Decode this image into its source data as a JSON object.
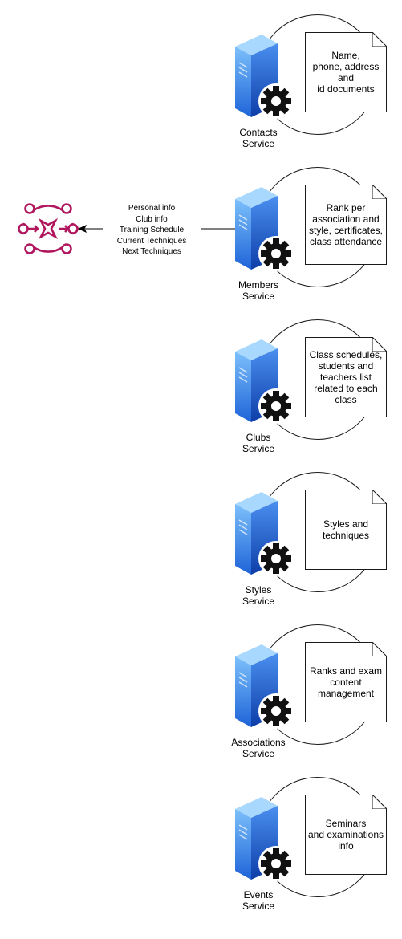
{
  "services": [
    {
      "name": "Contacts\nService",
      "description": "Name,\nphone, address\nand\nid documents"
    },
    {
      "name": "Members\nService",
      "description": "Rank per\nassociation and\nstyle, certificates,\nclass attendance"
    },
    {
      "name": "Clubs\nService",
      "description": "Class schedules,\nstudents and\nteachers list\nrelated to each\nclass"
    },
    {
      "name": "Styles\nService",
      "description": "Styles and\ntechniques"
    },
    {
      "name": "Associations\nService",
      "description": "Ranks and exam\ncontent\nmanagement"
    },
    {
      "name": "Events\nService",
      "description": "Seminars\nand examinations\ninfo"
    }
  ],
  "connector": {
    "label": "Personal info\nClub info\nTraining Schedule\nCurrent Techniques\nNext Techniques"
  },
  "icons": {
    "server": "server-gear-icon",
    "document": "document-icon",
    "gateway": "api-gateway-icon"
  },
  "colors": {
    "gateway": "#b0175e",
    "server_light": "#6fb3f5",
    "server_dark": "#1a5bd6",
    "gear": "#111111"
  }
}
